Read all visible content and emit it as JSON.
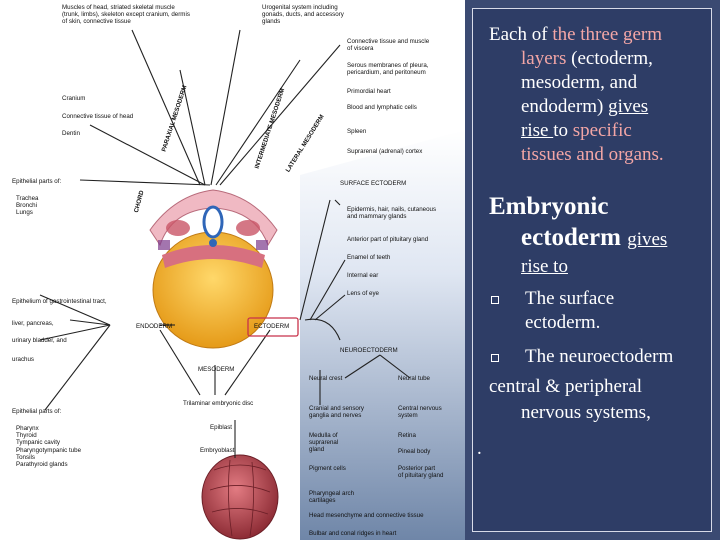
{
  "figure": {
    "left_labels": {
      "muscles_head": "Muscles of head, striated skeletal muscle\n(trunk, limbs), skeleton except cranium, dermis\nof skin, connective tissue",
      "cranium": "Cranium",
      "ct_head": "Connective tissue of head",
      "dentin": "Dentin",
      "epithelial_of": "Epithelial parts of:",
      "resp_list": "Trachea\nBronchi\nLungs",
      "epithelium_git": "Epithelium of gastrointestinal tract,",
      "liver": "liver, pancreas,",
      "urinary": "urinary bladder, and",
      "urachus": "urachus",
      "epithelial_of_2": "Epithelial parts of:",
      "pharynx_list": "Pharynx\nThyroid\nTympanic cavity\nPharyngotympanic tube\nTonsils\nParathyroid glands"
    },
    "right_labels": {
      "urogenital": "Urogenital system including\ngonads, ducts, and accessory\nglands",
      "ct_viscera": "Connective tissue and muscle\nof viscera",
      "serous": "Serous membranes of pleura,\npericardium, and peritoneum",
      "heart": "Primordial heart",
      "blood": "Blood and lymphatic cells",
      "spleen": "Spleen",
      "suprarenal": "Suprarenal (adrenal) cortex",
      "surface_ecto": "SURFACE ECTODERM",
      "epidermis": "Epidermis, hair, nails, cutaneous\nand mammary glands",
      "pituitary": "Anterior part of pituitary gland",
      "enamel": "Enamel of teeth",
      "internal_ear": "Internal ear",
      "lens": "Lens of eye",
      "ectoderm_box": "ECTODERM",
      "endoderm": "ENDODERM",
      "neuroecto": "NEUROECTODERM",
      "mesoderm": "MESODERM",
      "neural_crest": "Neural crest",
      "neural_tube": "Neural tube",
      "cranial": "Cranial and sensory\nganglia and nerves",
      "cns": "Central nervous\nsystem",
      "medulla": "Medulla of\nsuprarenal\ngland",
      "retina": "Retina",
      "pineal": "Pineal body",
      "pigment": "Pigment cells",
      "post_pit": "Posterior part\nof pituitary gland",
      "pharyngeal": "Pharyngeal arch\ncartilages",
      "head_mes": "Head mesenchyme and connective tissue",
      "bulbar": "Bulbar and conal ridges in heart",
      "trilaminar": "Trilaminar embryonic disc",
      "epiblast": "Epiblast",
      "embryoblast": "Embryoblast"
    },
    "rotated": {
      "paraxial": "PARAXIAL MESODERM",
      "intermediate": "INTERMEDIATE MESODERM",
      "lateral": "LATERAL MESODERM",
      "chord": "CHORD"
    }
  },
  "panel": {
    "l1a": "Each of ",
    "l1b": "the three germ",
    "l2a": "layers",
    "l2b": " (ectoderm,",
    "l3": "mesoderm, and",
    "l4a": "endoderm) ",
    "l4b": "gives",
    "l5a": "rise ",
    "l5b": "to ",
    "l5c": "specific",
    "l6": "tissues and organs.",
    "h1": "Embryonic",
    "h2a": "ectoderm ",
    "h2b": "gives",
    "h3": "rise to",
    "b1": "The surface",
    "b1b": "ectoderm.",
    "b2": "The neuroectoderm",
    "c1": "central & peripheral",
    "c2": "nervous systems,",
    "dot": "."
  },
  "colors": {
    "slide_bg": "#3b4a72",
    "panel_bg": "#2e3d66",
    "pink": "#f3a6a6",
    "ecto_box": "#c8324a"
  }
}
